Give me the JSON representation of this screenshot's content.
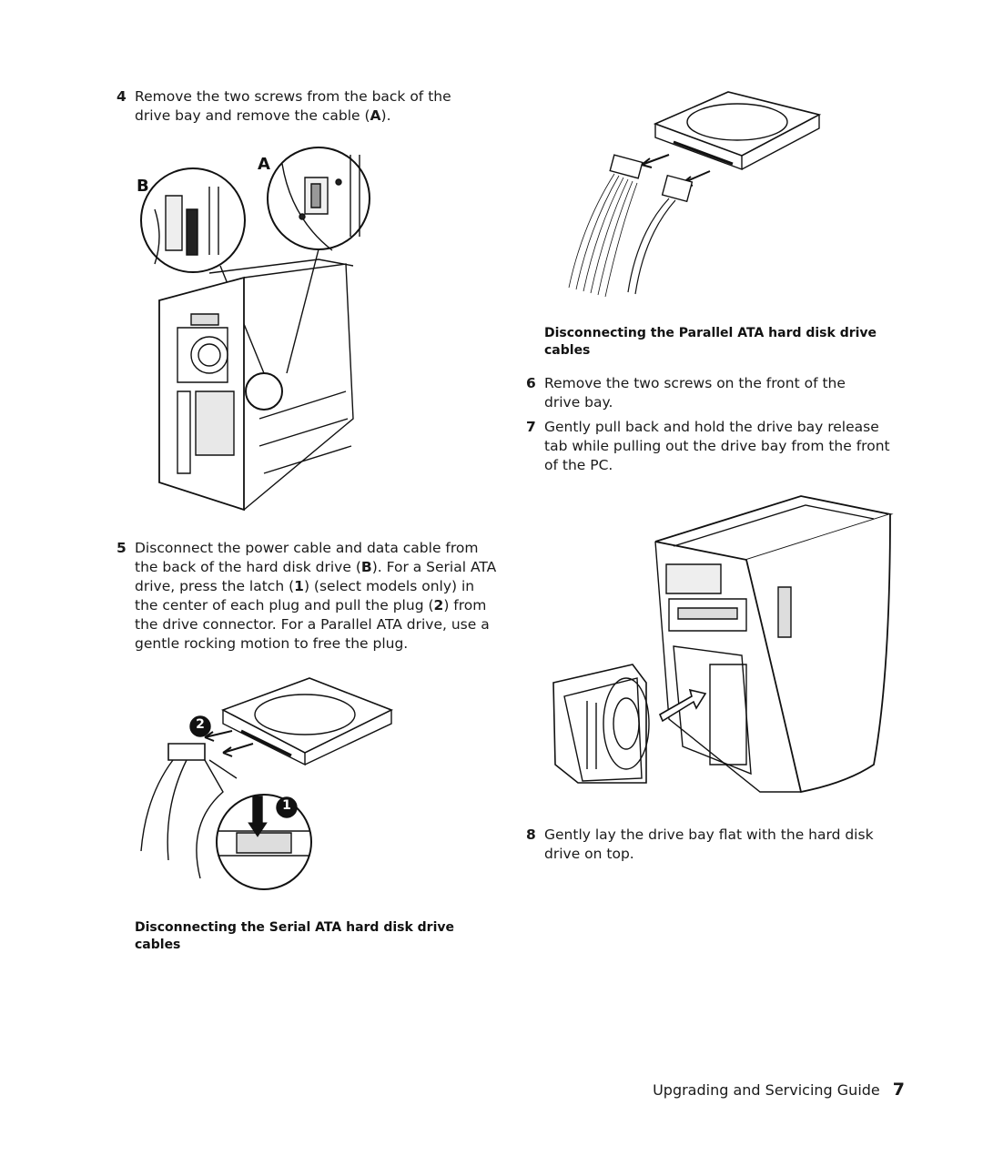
{
  "steps": {
    "step4": {
      "number": "4",
      "text_a": "Remove the two screws from the back of the drive bay and remove the cable (",
      "bold": "A",
      "text_b": ")."
    },
    "step5": {
      "number": "5",
      "t1": "Disconnect the power cable and data cable from the back of the hard disk drive (",
      "b1": "B",
      "t2": "). For a Serial ATA drive, press the latch (",
      "b2": "1",
      "t3": ") (select models only) in the center of each plug and pull the plug (",
      "b3": "2",
      "t4": ") from the drive connector. For a Parallel ATA drive, use a gentle rocking motion to free the plug."
    },
    "step6": {
      "number": "6",
      "text": "Remove the two screws on the front of the drive bay."
    },
    "step7": {
      "number": "7",
      "text": "Gently pull back and hold the drive bay release tab while pulling out the drive bay from the front of the PC."
    },
    "step8": {
      "number": "8",
      "text": "Gently lay the drive bay flat with the hard disk drive on top."
    }
  },
  "figures": {
    "fig1": {
      "callout_a": "A",
      "callout_b": "B"
    },
    "fig2": {
      "callout_1": "1",
      "callout_2": "2"
    }
  },
  "captions": {
    "parallel": "Disconnecting the Parallel ATA hard disk drive cables",
    "serial": "Disconnecting the Serial ATA hard disk drive cables"
  },
  "footer": {
    "guide_title": "Upgrading and Servicing Guide",
    "page_number": "7"
  }
}
